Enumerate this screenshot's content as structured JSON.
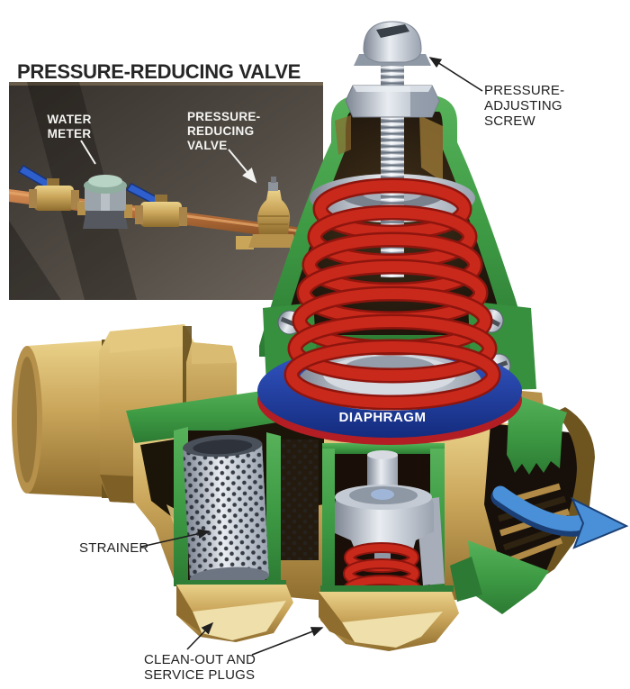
{
  "figure": {
    "title": "PRESSURE-REDUCING VALVE"
  },
  "inset": {
    "water_meter": {
      "line1": "WATER",
      "line2": "METER"
    },
    "reducing_valve": {
      "line1": "PRESSURE-",
      "line2": "REDUCING",
      "line3": "VALVE"
    }
  },
  "labels": {
    "adjusting_screw": {
      "line1": "PRESSURE-",
      "line2": "ADJUSTING",
      "line3": "SCREW"
    },
    "diaphragm": "DIAPHRAGM",
    "strainer": "STRAINER",
    "cleanout": {
      "line1": "CLEAN-OUT AND",
      "line2": "SERVICE PLUGS"
    }
  },
  "colors": {
    "body_green": "#3E9B44",
    "brass": "#C9A55A",
    "spring_red": "#C6281C",
    "diaphragm_blue": "#1E3FA8",
    "steel_gray": "#B9C0CB",
    "copper_pipe": "#B06A38",
    "flow_arrow": "#4A90D8",
    "label_text": "#1F1F1F",
    "inset_text": "#FFFFFF",
    "background": "#FFFFFF"
  }
}
